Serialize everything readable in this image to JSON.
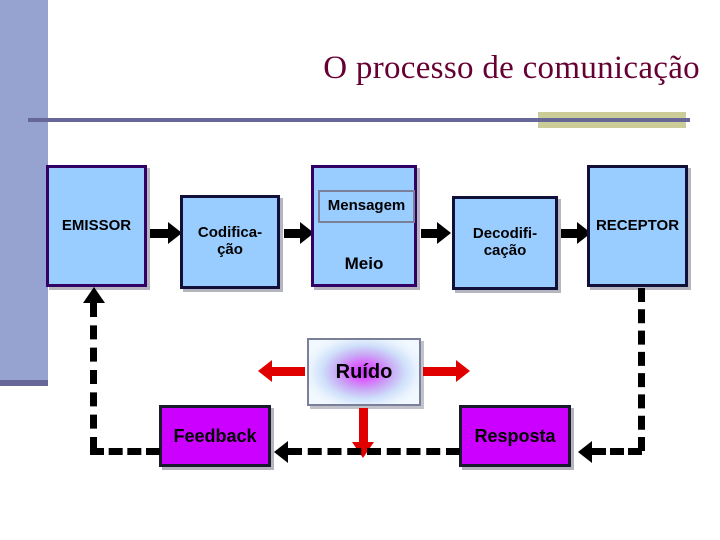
{
  "slide": {
    "title": "O processo de comunicação",
    "accent_maroon": "#660033",
    "accent_khaki": "#CCCC99",
    "accent_slate": "#666699",
    "band_color": "#96A2D0"
  },
  "diagram": {
    "boxes": {
      "emissor": {
        "label": "EMISSOR",
        "fill": "#99CCFF",
        "border": "#330066"
      },
      "codificacao": {
        "label": "Codifica-\nção",
        "line1": "Codifica-",
        "line2": "ção",
        "fill": "#99CCFF",
        "border": "#101038"
      },
      "canal": {
        "fill": "#99CCFF",
        "border": "#330066"
      },
      "mensagem": {
        "label": "Mensagem"
      },
      "meio": {
        "label": "Meio"
      },
      "decodificacao": {
        "line1": "Decodifi-",
        "line2": "cação",
        "fill": "#99CCFF",
        "border": "#101038"
      },
      "receptor": {
        "label": "RECEPTOR",
        "fill": "#99CCFF",
        "border": "#101038"
      },
      "ruido": {
        "label": "Ruído",
        "fill_center": "#CC33FF",
        "fill_edge": "#E8F2FE",
        "border": "#7A8099"
      },
      "feedback": {
        "label": "Feedback",
        "fill": "#CC00FF",
        "border": "#1a1a2e"
      },
      "resposta": {
        "label": "Resposta",
        "fill": "#CC00FF",
        "border": "#1a1a2e"
      }
    },
    "arrow_colors": {
      "flow": "#000000",
      "noise": "#E00000",
      "dashed": "#000000"
    }
  }
}
